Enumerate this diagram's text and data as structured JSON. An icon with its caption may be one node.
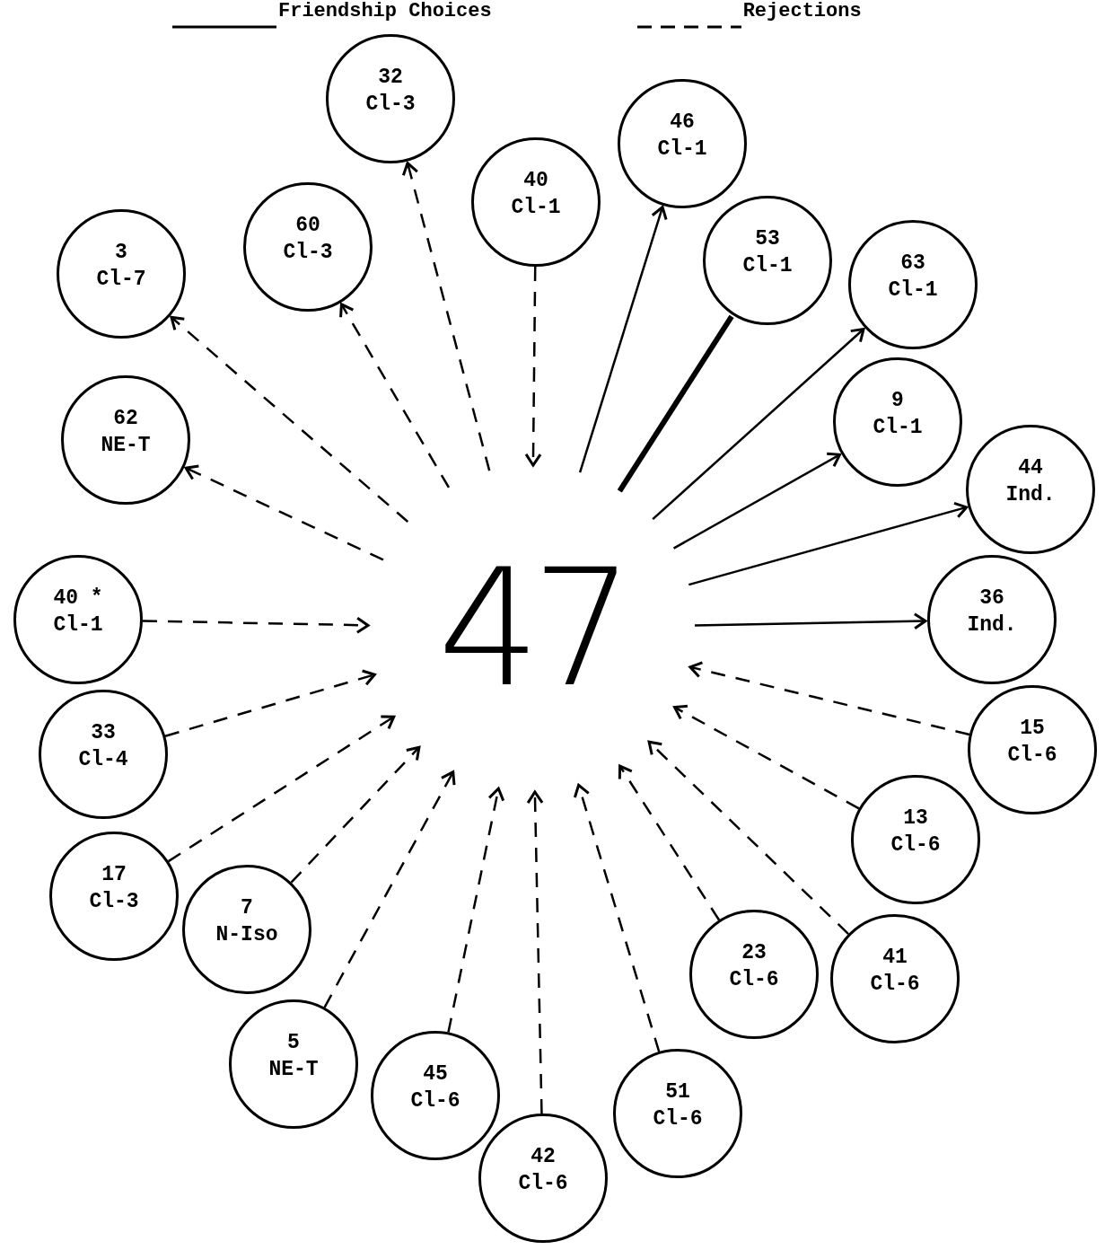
{
  "diagram": {
    "nodes": [
      {
        "text": [
          "47"
        ]
      },
      {
        "text": [
          "32",
          "Cl-3"
        ]
      },
      {
        "text": [
          "46",
          "Cl-1"
        ]
      },
      {
        "text": [
          "40",
          "Cl-1"
        ]
      },
      {
        "text": [
          "60",
          "Cl-3"
        ]
      },
      {
        "text": [
          "53",
          "Cl-1"
        ]
      },
      {
        "text": [
          "3",
          "Cl-7"
        ]
      },
      {
        "text": [
          "63",
          "Cl-1"
        ]
      },
      {
        "text": [
          "9",
          "Cl-1"
        ]
      },
      {
        "text": [
          "62",
          "NE-T"
        ]
      },
      {
        "text": [
          "44",
          "Ind."
        ]
      },
      {
        "text": [
          "36",
          "Ind."
        ]
      },
      {
        "text": [
          "40 *",
          "Cl-1"
        ]
      },
      {
        "text": [
          "15",
          "Cl-6"
        ]
      },
      {
        "text": [
          "33",
          "Cl-4"
        ]
      },
      {
        "text": [
          "13",
          "Cl-6"
        ]
      },
      {
        "text": [
          "17",
          "Cl-3"
        ]
      },
      {
        "text": [
          "7",
          "N-Iso"
        ]
      },
      {
        "text": [
          "23",
          "Cl-6"
        ]
      },
      {
        "text": [
          "41",
          "Cl-6"
        ]
      },
      {
        "text": [
          "5",
          "NE-T"
        ]
      },
      {
        "text": [
          "45",
          "Cl-6"
        ]
      },
      {
        "text": [
          "51",
          "Cl-6"
        ]
      },
      {
        "text": [
          "42",
          "Cl-6"
        ]
      }
    ],
    "edges": [
      {
        "from": 0,
        "to": 1,
        "arrow": "to",
        "style": "dashed"
      },
      {
        "from": 0,
        "to": 2,
        "arrow": "to"
      },
      {
        "from": 3,
        "to": 0,
        "arrow": "to",
        "style": "dashed"
      },
      {
        "from": 0,
        "to": 4,
        "arrow": "to",
        "style": "dashed"
      },
      {
        "from": 0,
        "to": 5,
        "arrow": "none",
        "style": "thick"
      },
      {
        "from": 0,
        "to": 6,
        "arrow": "to",
        "style": "dashed"
      },
      {
        "from": 0,
        "to": 7,
        "arrow": "to"
      },
      {
        "from": 0,
        "to": 8,
        "arrow": "to"
      },
      {
        "from": 0,
        "to": 9,
        "arrow": "to",
        "style": "dashed"
      },
      {
        "from": 0,
        "to": 10,
        "arrow": "to"
      },
      {
        "from": 0,
        "to": 11,
        "arrow": "to"
      },
      {
        "from": 12,
        "to": 0,
        "arrow": "to",
        "style": "dashed"
      },
      {
        "from": 13,
        "to": 0,
        "arrow": "to",
        "style": "dashed"
      },
      {
        "from": 14,
        "to": 0,
        "arrow": "to",
        "style": "dashed"
      },
      {
        "from": 15,
        "to": 0,
        "arrow": "to",
        "style": "dashed"
      },
      {
        "from": 16,
        "to": 0,
        "arrow": "to",
        "style": "dashed"
      },
      {
        "from": 17,
        "to": 0,
        "arrow": "to",
        "style": "dashed"
      },
      {
        "from": 18,
        "to": 0,
        "arrow": "to",
        "style": "dashed"
      },
      {
        "from": 19,
        "to": 0,
        "arrow": "to",
        "style": "dashed"
      },
      {
        "from": 20,
        "to": 0,
        "arrow": "to",
        "style": "dashed"
      },
      {
        "from": 21,
        "to": 0,
        "arrow": "to",
        "style": "dashed"
      },
      {
        "from": 22,
        "to": 0,
        "arrow": "to",
        "style": "dashed"
      },
      {
        "from": 23,
        "to": 0,
        "arrow": "to",
        "style": "dashed"
      }
    ],
    "legend": [
      {
        "text": "Friendship Choices"
      },
      {
        "text": "Rejections"
      }
    ]
  }
}
